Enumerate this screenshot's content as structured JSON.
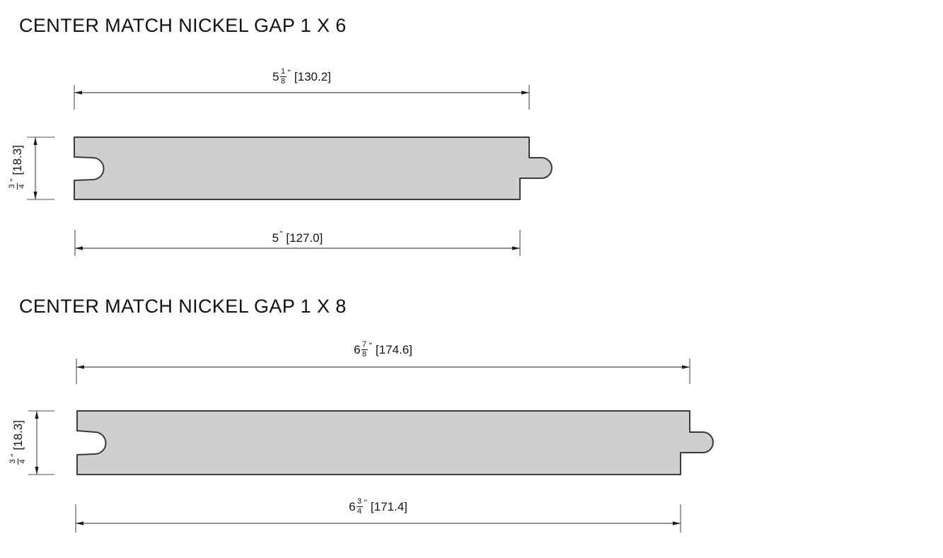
{
  "page": {
    "background": "#ffffff",
    "colors": {
      "board_fill": "#cfcfcf",
      "board_outline": "#3a3a3a",
      "dimension_lines": "#4f4f4f",
      "text": "#141414"
    }
  },
  "drawings": [
    {
      "title": "CENTER MATCH NICKEL GAP 1 X 6",
      "dimensions": {
        "overall_width": {
          "whole": "5",
          "num": "1",
          "den": "8",
          "unit": "\"",
          "mm": "[130.2]"
        },
        "face_width": {
          "whole": "5",
          "num": "",
          "den": "",
          "unit": "\"",
          "mm": "[127.0]"
        },
        "thickness": {
          "whole": "",
          "num": "3",
          "den": "4",
          "unit": "\"",
          "mm": "[18.3]"
        }
      }
    },
    {
      "title": "CENTER MATCH NICKEL GAP 1 X 8",
      "dimensions": {
        "overall_width": {
          "whole": "6",
          "num": "7",
          "den": "8",
          "unit": "\"",
          "mm": "[174.6]"
        },
        "face_width": {
          "whole": "6",
          "num": "3",
          "den": "4",
          "unit": "\"",
          "mm": "[171.4]"
        },
        "thickness": {
          "whole": "",
          "num": "3",
          "den": "4",
          "unit": "\"",
          "mm": "[18.3]"
        }
      }
    }
  ]
}
